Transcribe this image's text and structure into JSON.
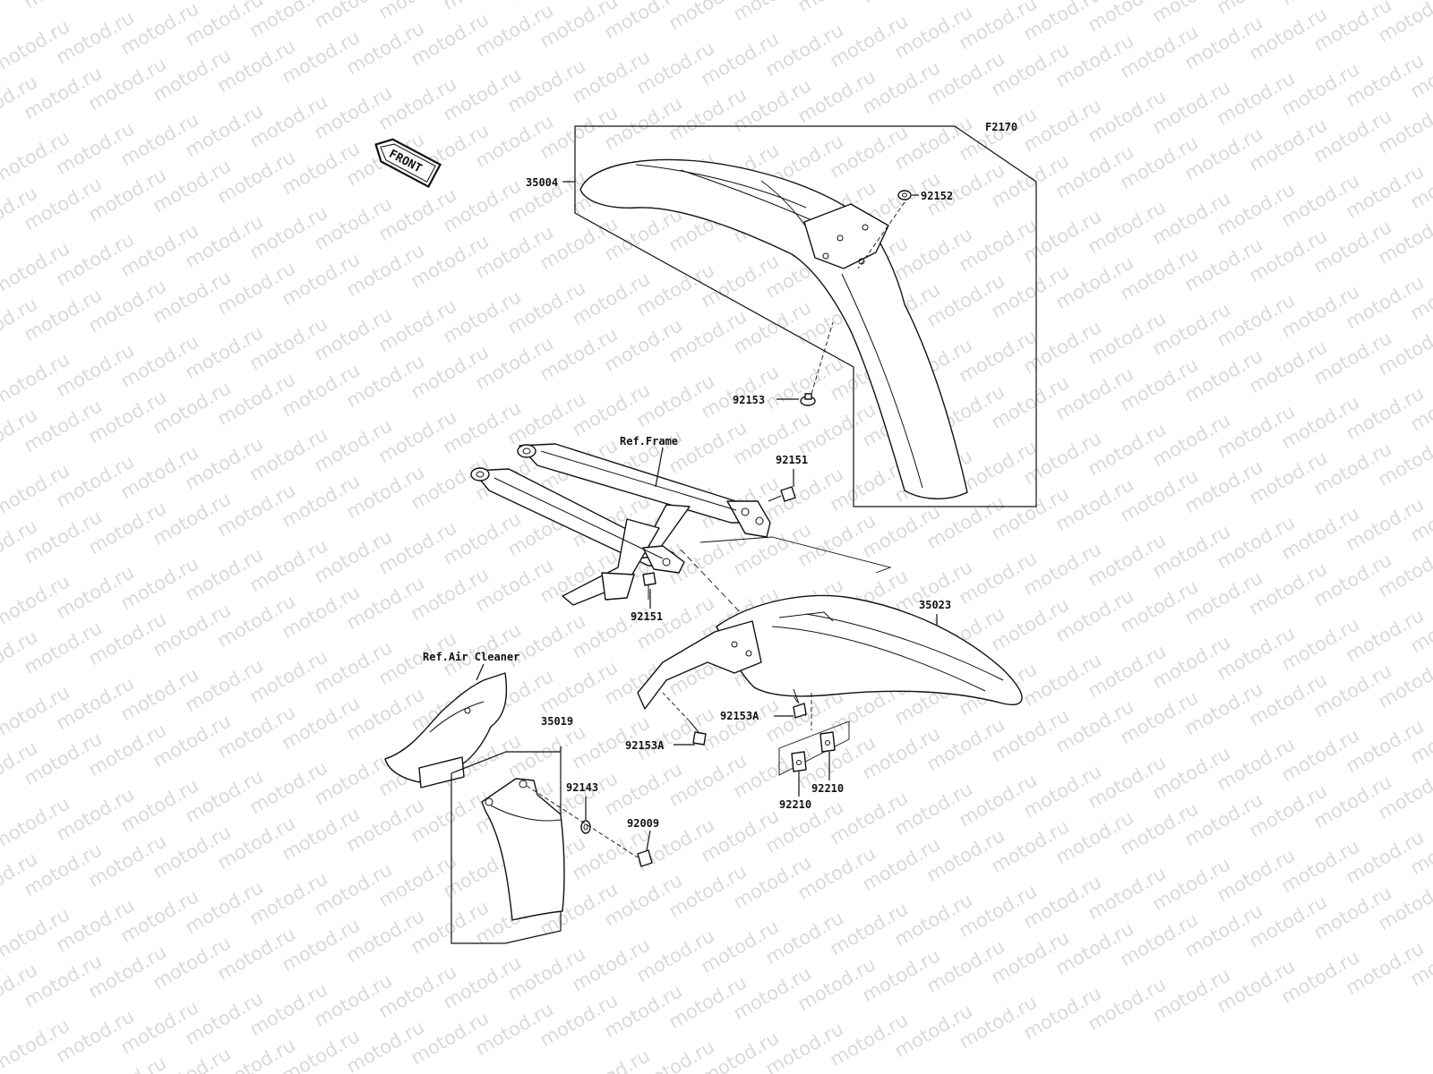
{
  "watermark": "motod.ru",
  "figure_code": "F2170",
  "front_arrow": {
    "label": "FRONT",
    "icon": "front-direction-arrow-icon"
  },
  "labels": {
    "p35004": "35004",
    "p92152": "92152",
    "p92153": "92153",
    "ref_frame": "Ref.Frame",
    "p92151_top": "92151",
    "p92151_bottom": "92151",
    "p35023": "35023",
    "ref_air_cleaner": "Ref.Air Cleaner",
    "p35019": "35019",
    "p92153A_right": "92153A",
    "p92153A_left": "92153A",
    "p92143": "92143",
    "p92009": "92009",
    "p92210_right": "92210",
    "p92210_left": "92210"
  }
}
